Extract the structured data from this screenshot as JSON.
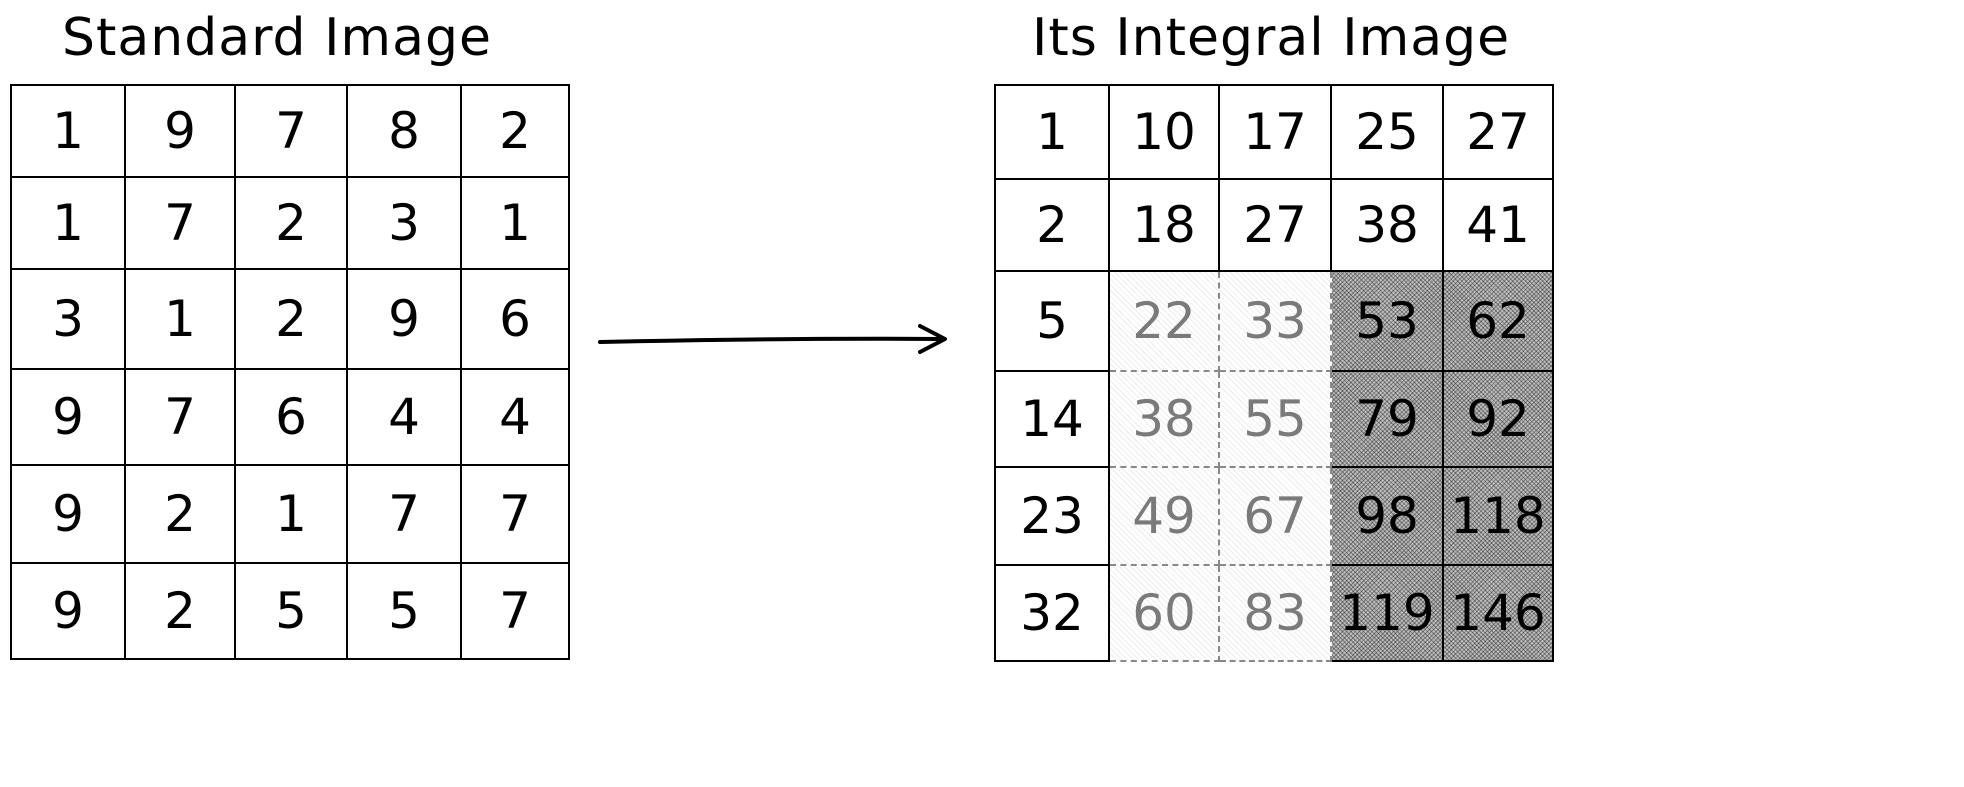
{
  "left_panel": {
    "title": "Standard Image",
    "rows": [
      [
        "1",
        "9",
        "7",
        "8",
        "2"
      ],
      [
        "1",
        "7",
        "2",
        "3",
        "1"
      ],
      [
        "3",
        "1",
        "2",
        "9",
        "6"
      ],
      [
        "9",
        "7",
        "6",
        "4",
        "4"
      ],
      [
        "9",
        "2",
        "1",
        "7",
        "7"
      ],
      [
        "9",
        "2",
        "5",
        "5",
        "7"
      ]
    ]
  },
  "right_panel": {
    "title": "Its Integral Image",
    "rows": [
      [
        "1",
        "10",
        "17",
        "25",
        "27"
      ],
      [
        "2",
        "18",
        "27",
        "38",
        "41"
      ],
      [
        "5",
        "22",
        "33",
        "53",
        "62"
      ],
      [
        "14",
        "38",
        "55",
        "79",
        "92"
      ],
      [
        "23",
        "49",
        "67",
        "98",
        "118"
      ],
      [
        "32",
        "60",
        "83",
        "119",
        "146"
      ]
    ],
    "shading": [
      [
        "none",
        "none",
        "none",
        "none",
        "none"
      ],
      [
        "none",
        "none",
        "none",
        "none",
        "none"
      ],
      [
        "none",
        "light",
        "light",
        "dark",
        "dark"
      ],
      [
        "none",
        "light",
        "light",
        "dark",
        "dark"
      ],
      [
        "none",
        "light",
        "light",
        "dark",
        "dark"
      ],
      [
        "none",
        "light",
        "light",
        "dark",
        "dark"
      ]
    ]
  },
  "colors": {
    "ink": "#000000",
    "light_region": "#7a7a7a",
    "dark_region": "#bdbdbd"
  },
  "icons": {
    "arrow": "arrow-right-icon"
  }
}
